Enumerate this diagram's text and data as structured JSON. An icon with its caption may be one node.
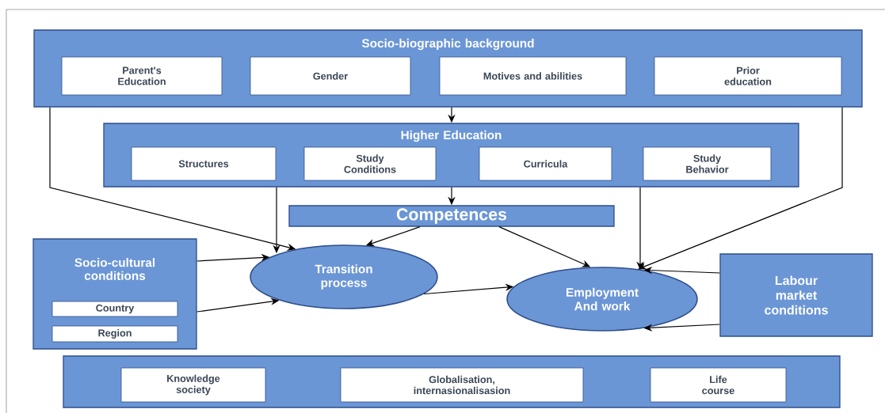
{
  "diagram": {
    "nodes": [
      {
        "text": [
          "Socio-biographic background"
        ]
      },
      {
        "text": [
          "Parent's Education"
        ],
        "in": 0
      },
      {
        "text": [
          "Gender"
        ],
        "in": 0
      },
      {
        "text": [
          "Motives and abilities"
        ],
        "in": 0
      },
      {
        "text": [
          "Prior education"
        ],
        "in": 0
      },
      {
        "text": [
          "Higher Education"
        ]
      },
      {
        "text": [
          "Structures"
        ],
        "in": 5
      },
      {
        "text": [
          "Study Conditions"
        ],
        "in": 5
      },
      {
        "text": [
          "Curricula"
        ],
        "in": 5
      },
      {
        "text": [
          "Study Behavior"
        ],
        "in": 5
      },
      {
        "text": [
          "Competences"
        ]
      },
      {
        "text": [
          "Socio-cultural conditions"
        ]
      },
      {
        "text": [
          "Country"
        ],
        "in": 11
      },
      {
        "text": [
          "Region"
        ],
        "in": 11
      },
      {
        "text": [
          "Transition process"
        ]
      },
      {
        "text": [
          "Employment And work"
        ]
      },
      {
        "text": [
          "Labour market conditions"
        ]
      },
      {
        "text": [],
        "shape": "box"
      },
      {
        "text": [
          "Knowledge society"
        ],
        "in": 17
      },
      {
        "text": [
          "Globalisation, internasionalisasion"
        ],
        "in": 17
      },
      {
        "text": [
          "Life course"
        ],
        "in": 17
      }
    ],
    "edges": [
      {
        "from": 0,
        "to": 5,
        "arrow": "to"
      },
      {
        "from": 0,
        "to": 14,
        "arrow": "to"
      },
      {
        "from": 0,
        "to": 15,
        "arrow": "to"
      },
      {
        "from": 5,
        "to": 10,
        "arrow": "to"
      },
      {
        "from": 5,
        "to": 14,
        "arrow": "to"
      },
      {
        "from": 5,
        "to": 15,
        "arrow": "to"
      },
      {
        "from": 10,
        "to": 14,
        "arrow": "to"
      },
      {
        "from": 10,
        "to": 15,
        "arrow": "to"
      },
      {
        "from": 11,
        "to": 14,
        "arrow": "to"
      },
      {
        "from": 11,
        "to": 14,
        "arrow": "to"
      },
      {
        "from": 14,
        "to": 15,
        "arrow": "to"
      },
      {
        "from": 16,
        "to": 15,
        "arrow": "to"
      },
      {
        "from": 16,
        "to": 15,
        "arrow": "to"
      }
    ]
  }
}
